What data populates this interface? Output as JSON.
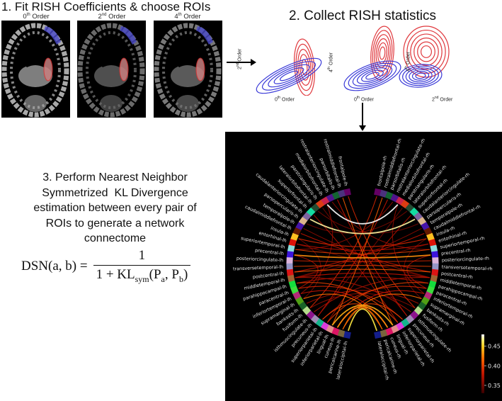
{
  "step1": {
    "title": "1. Fit RISH Coefficients & choose ROIs",
    "panels": [
      {
        "order": "0",
        "sup": "th",
        "label": " Order"
      },
      {
        "order": "2",
        "sup": "nd",
        "label": " Order"
      },
      {
        "order": "4",
        "sup": "th",
        "label": " Order"
      }
    ]
  },
  "step2": {
    "title": "2. Collect RISH statistics",
    "plots": [
      {
        "x": {
          "order": "0",
          "sup": "th",
          "label": " Order"
        },
        "y": {
          "order": "2",
          "sup": "nd",
          "label": " Order"
        }
      },
      {
        "x": {
          "order": "0",
          "sup": "th",
          "label": " Order"
        },
        "y": {
          "order": "4",
          "sup": "th",
          "label": " Order"
        }
      },
      {
        "x": {
          "order": "2",
          "sup": "nd",
          "label": " Order"
        },
        "y": {
          "order": "4",
          "sup": "th",
          "label": " Order"
        }
      }
    ],
    "colors": {
      "group_a": "#e0393e",
      "group_b": "#3a3ad8"
    }
  },
  "step3": {
    "lines": [
      "3. Perform Nearest Neighbor",
      "Symmetrized  KL Divergence",
      "estimation between every pair of",
      "ROIs to generate a network",
      "connectome"
    ],
    "formula": {
      "lhs": "DSN(a, b) =",
      "numerator": "1",
      "den_prefix": "1 + KL",
      "den_sub": "sym",
      "den_args_open": "(P",
      "pa_sub": "a",
      "sep": ", P",
      "pb_sub": "b",
      "close": ")"
    }
  },
  "connectome": {
    "regions": [
      {
        "name": "frontalpole",
        "color": "#640064"
      },
      {
        "name": "rostralmiddlefrontal",
        "color": "#4b327d"
      },
      {
        "name": "parsorbitalis",
        "color": "#146432"
      },
      {
        "name": "rostralanteriorcingulate",
        "color": "#50148c"
      },
      {
        "name": "medialorbitofrontal",
        "color": "#c8234b"
      },
      {
        "name": "parstriangularis",
        "color": "#dc3c14"
      },
      {
        "name": "lateralorbitofrontal",
        "color": "#234b32"
      },
      {
        "name": "superiorfrontal",
        "color": "#14dca0"
      },
      {
        "name": "caudalanteriorcingulate",
        "color": "#7d64a0"
      },
      {
        "name": "parsopercularis",
        "color": "#dcb48c"
      },
      {
        "name": "temporalpole",
        "color": "#4614aa"
      },
      {
        "name": "caudalmiddlefrontal",
        "color": "#641900"
      },
      {
        "name": "insula",
        "color": "#ffc020"
      },
      {
        "name": "entorhinal",
        "color": "#dc140a"
      },
      {
        "name": "superiortemporal",
        "color": "#8cdcdc"
      },
      {
        "name": "precentral",
        "color": "#3c14dc"
      },
      {
        "name": "posteriorcingulate",
        "color": "#dcb4dc"
      },
      {
        "name": "transversetemporal",
        "color": "#9696c8"
      },
      {
        "name": "postcentral",
        "color": "#dc1414"
      },
      {
        "name": "middletemporal",
        "color": "#a06432"
      },
      {
        "name": "parahippocampal",
        "color": "#14dc3c"
      },
      {
        "name": "paracentral",
        "color": "#3cdc3c"
      },
      {
        "name": "inferiortemporal",
        "color": "#b42878"
      },
      {
        "name": "supramarginal",
        "color": "#50a014"
      },
      {
        "name": "bankssts",
        "color": "#196428"
      },
      {
        "name": "fusiform",
        "color": "#b4dc8c"
      },
      {
        "name": "isthmuscingulate",
        "color": "#8c148c"
      },
      {
        "name": "precuneus",
        "color": "#a08cb4"
      },
      {
        "name": "superiorparietal",
        "color": "#14b48c"
      },
      {
        "name": "inferiorparietal",
        "color": "#dc3cdc"
      },
      {
        "name": "lingual",
        "color": "#e18c8c"
      },
      {
        "name": "cuneus",
        "color": "#dc1464"
      },
      {
        "name": "pericalcarine",
        "color": "#78643c"
      },
      {
        "name": "lateraloccipital",
        "color": "#141e8c"
      }
    ],
    "hemispheres": [
      "lh",
      "rh"
    ],
    "edges": [
      [
        "medialorbitofrontal-lh",
        "medialorbitofrontal-rh",
        0.48
      ],
      [
        "caudalanteriorcingulate-lh",
        "caudalanteriorcingulate-rh",
        0.47
      ],
      [
        "lateraloccipital-lh",
        "lateraloccipital-rh",
        0.46
      ],
      [
        "lingual-lh",
        "lingual-rh",
        0.44
      ],
      [
        "cuneus-lh",
        "cuneus-rh",
        0.43
      ],
      [
        "pericalcarine-lh",
        "pericalcarine-rh",
        0.42
      ],
      [
        "precentral-lh",
        "precentral-rh",
        0.43
      ],
      [
        "postcentral-lh",
        "postcentral-rh",
        0.41
      ],
      [
        "superiortemporal-lh",
        "superiortemporal-rh",
        0.4
      ],
      [
        "transversetemporal-lh",
        "transversetemporal-rh",
        0.4
      ],
      [
        "insula-lh",
        "insula-rh",
        0.39
      ],
      [
        "entorhinal-lh",
        "entorhinal-rh",
        0.38
      ],
      [
        "rostralmiddlefrontal-lh",
        "lingual-rh",
        0.41
      ],
      [
        "rostralmiddlefrontal-rh",
        "lingual-lh",
        0.41
      ],
      [
        "frontalpole-lh",
        "fusiform-rh",
        0.39
      ],
      [
        "frontalpole-rh",
        "fusiform-lh",
        0.39
      ],
      [
        "parsorbitalis-lh",
        "precuneus-rh",
        0.38
      ],
      [
        "parsorbitalis-rh",
        "precuneus-lh",
        0.38
      ],
      [
        "superiorfrontal-lh",
        "inferiorparietal-rh",
        0.37
      ],
      [
        "superiorfrontal-rh",
        "inferiorparietal-lh",
        0.37
      ],
      [
        "caudalmiddlefrontal-lh",
        "postcentral-rh",
        0.38
      ],
      [
        "caudalmiddlefrontal-rh",
        "postcentral-lh",
        0.38
      ],
      [
        "temporalpole-lh",
        "middletemporal-rh",
        0.36
      ],
      [
        "temporalpole-rh",
        "middletemporal-lh",
        0.36
      ],
      [
        "parahippocampal-lh",
        "inferiorparietal-rh",
        0.4
      ],
      [
        "parahippocampal-rh",
        "inferiorparietal-lh",
        0.4
      ],
      [
        "paracentral-lh",
        "superiorparietal-rh",
        0.39
      ],
      [
        "paracentral-rh",
        "superiorparietal-lh",
        0.39
      ],
      [
        "middletemporal-lh",
        "isthmuscingulate-rh",
        0.37
      ],
      [
        "middletemporal-rh",
        "isthmuscingulate-lh",
        0.37
      ],
      [
        "inferiortemporal-lh",
        "cuneus-rh",
        0.38
      ],
      [
        "inferiortemporal-rh",
        "cuneus-lh",
        0.38
      ],
      [
        "supramarginal-lh",
        "pericalcarine-rh",
        0.42
      ],
      [
        "supramarginal-rh",
        "pericalcarine-lh",
        0.42
      ],
      [
        "bankssts-lh",
        "bankssts-rh",
        0.37
      ],
      [
        "fusiform-lh",
        "fusiform-rh",
        0.36
      ],
      [
        "posteriorcingulate-lh",
        "posteriorcingulate-rh",
        0.39
      ],
      [
        "lateralorbitofrontal-lh",
        "parsopercularis-rh",
        0.35
      ],
      [
        "lateralorbitofrontal-rh",
        "parsopercularis-lh",
        0.35
      ],
      [
        "rostralanteriorcingulate-lh",
        "superiortemporal-rh",
        0.36
      ],
      [
        "rostralanteriorcingulate-rh",
        "superiortemporal-lh",
        0.36
      ],
      [
        "parstriangularis-lh",
        "precuneus-rh",
        0.35
      ],
      [
        "parstriangularis-rh",
        "precuneus-lh",
        0.35
      ],
      [
        "medialorbitofrontal-lh",
        "inferiortemporal-lh",
        0.36
      ],
      [
        "medialorbitofrontal-rh",
        "inferiortemporal-rh",
        0.36
      ],
      [
        "insula-lh",
        "supramarginal-lh",
        0.35
      ],
      [
        "insula-rh",
        "supramarginal-rh",
        0.35
      ],
      [
        "precentral-lh",
        "paracentral-lh",
        0.37
      ],
      [
        "precentral-rh",
        "paracentral-rh",
        0.37
      ],
      [
        "superiorparietal-lh",
        "cuneus-rh",
        0.4
      ],
      [
        "superiorparietal-rh",
        "cuneus-lh",
        0.4
      ],
      [
        "middletemporal-lh",
        "middletemporal-rh",
        0.38
      ],
      [
        "parahippocampal-lh",
        "parahippocampal-rh",
        0.37
      ],
      [
        "entorhinal-lh",
        "middletemporal-rh",
        0.35
      ],
      [
        "entorhinal-rh",
        "middletemporal-lh",
        0.35
      ]
    ],
    "colorbar": {
      "ticks": [
        "0.45",
        "0.40",
        "0.35"
      ],
      "tick_values": [
        0.45,
        0.4,
        0.35
      ],
      "range": [
        0.33,
        0.48
      ],
      "colormap": "hot"
    }
  }
}
